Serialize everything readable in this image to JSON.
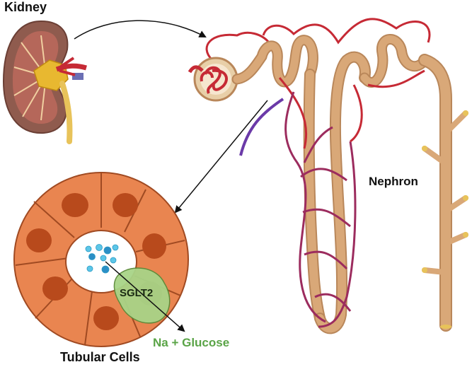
{
  "labels": {
    "kidney": "Kidney",
    "nephron": "Nephron",
    "tubular_cells": "Tubular Cells",
    "transporter": "SGLT2",
    "transport": "Na + Glucose"
  },
  "colors": {
    "tubule": "#d9a878",
    "tubule_edge": "#b9875a",
    "artery": "#c62a35",
    "vessel_mid": "#9c2c5e",
    "vein": "#6b3aa8",
    "cell": "#e98550",
    "cell_edge": "#a04a22",
    "nucleus": "#b84a1c",
    "sglt2": "#a8d487",
    "glucose_text": "#5aa447",
    "particle": "#5cc6e8"
  },
  "icons": [
    "kidney-icon",
    "nephron-icon",
    "tubular-cells-icon",
    "sglt2-transporter-icon",
    "arrow-icon"
  ]
}
